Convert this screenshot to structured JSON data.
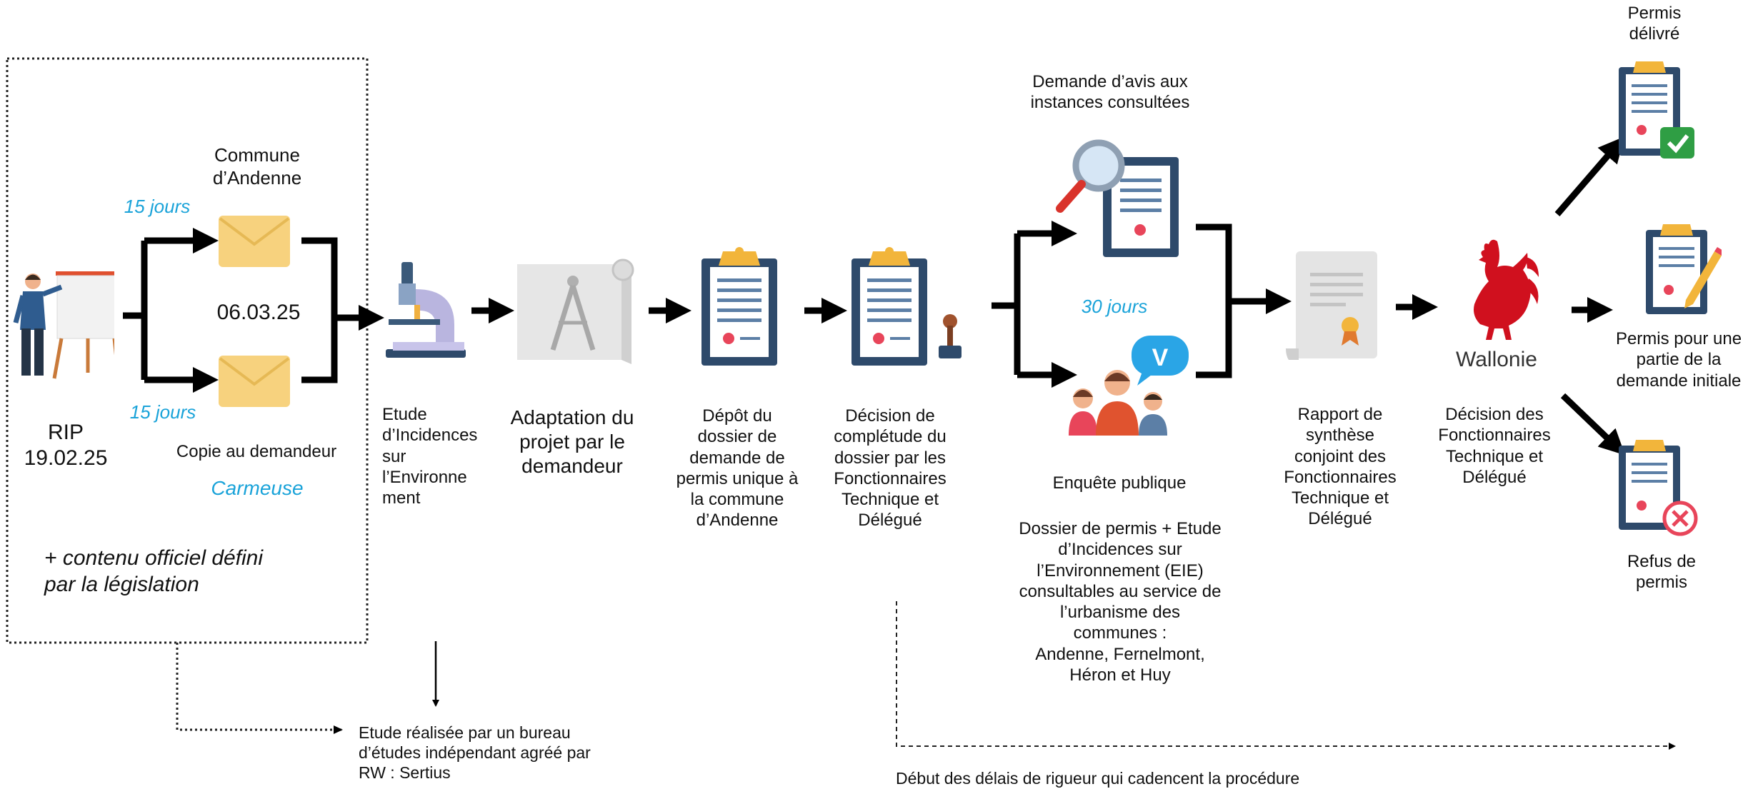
{
  "rip": {
    "title": "RIP",
    "date": "19.02.25"
  },
  "delays": {
    "upper": "15 jours",
    "lower": "15 jours",
    "consultation": "30 jours"
  },
  "commune": {
    "label": "Commune\nd’Andenne",
    "date": "06.03.25"
  },
  "copy": {
    "label": "Copie au demandeur",
    "company": "Carmeuse"
  },
  "legal_note": "+ contenu officiel défini\npar la législation",
  "steps": {
    "eie": "Etude\nd’Incidences\nsur\nl’Environne\nment",
    "adaptation": "Adaptation du\nprojet par le\ndemandeur",
    "depot": "Dépôt du\ndossier de\ndemande de\npermis unique à\nla commune\nd’Andenne",
    "completude": "Décision de\ncomplétude du\ndossier par les\nFonctionnaires\nTechnique et\nDélégué",
    "avis": "Demande d’avis aux\ninstances consultées",
    "enquete": "Enquête publique",
    "enquete_detail": "Dossier de permis + Etude\nd’Incidences sur\nl’Environnement (EIE)\nconsultables au service de\nl’urbanisme des\ncommunes :\nAndenne, Fernelmont,\nHéron et Huy",
    "rapport": "Rapport de\nsynthèse\nconjoint des\nFonctionnaires\nTechnique et\nDélégué",
    "decision": "Décision des\nFonctionnaires\nTechnique et\nDélégué",
    "wallonie": "Wallonie"
  },
  "outcomes": {
    "delivered": "Permis\ndélivré",
    "partial": "Permis pour une\npartie de la\ndemande initiale",
    "refused": "Refus de\npermis"
  },
  "notes": {
    "bureau": "Etude réalisée par un bureau\nd’études indépendant agréé par\nRW : Sertius",
    "delais": "Début des délais de rigueur qui cadencent la procédure"
  },
  "colors": {
    "accent_blue": "#1aa3d9",
    "wallonie_red": "#d0101e",
    "clipboard_navy": "#2e4a6b",
    "envelope": "#f7d27e"
  }
}
